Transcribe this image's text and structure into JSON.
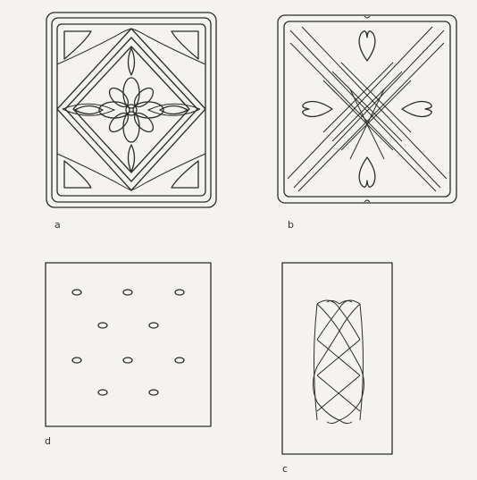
{
  "panels": [
    {
      "id": "a",
      "label": "a"
    },
    {
      "id": "b",
      "label": "b"
    },
    {
      "id": "d",
      "label": "d"
    },
    {
      "id": "c",
      "label": "c"
    }
  ]
}
